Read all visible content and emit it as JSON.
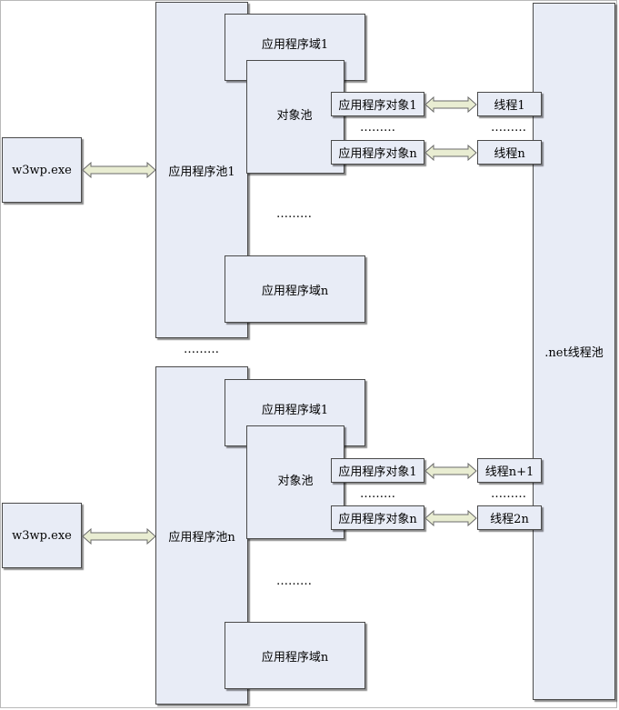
{
  "colors": {
    "box_fill": "#e8ecf6",
    "box_border": "#4a4a4a",
    "arrow_fill": "#e9edd2",
    "arrow_stroke": "#6a6a6a"
  },
  "left_nodes": [
    {
      "label": "w3wp.exe"
    },
    {
      "label": "w3wp.exe"
    }
  ],
  "app_pools": [
    {
      "label": "应用程序池1"
    },
    {
      "label": "应用程序池n"
    }
  ],
  "groups": [
    {
      "domain_first": "应用程序域1",
      "object_pool": "对象池",
      "object_first": "应用程序对象1",
      "object_last": "应用程序对象n",
      "thread_first": "线程1",
      "thread_last": "线程n",
      "object_ellipsis": "………",
      "thread_ellipsis": "………",
      "domain_ellipsis": "………",
      "domain_last": "应用程序域n"
    },
    {
      "domain_first": "应用程序域1",
      "object_pool": "对象池",
      "object_first": "应用程序对象1",
      "object_last": "应用程序对象n",
      "thread_first": "线程n+1",
      "thread_last": "线程2n",
      "object_ellipsis": "………",
      "thread_ellipsis": "………",
      "domain_ellipsis": "………",
      "domain_last": "应用程序域n"
    }
  ],
  "pool_ellipsis": "………",
  "thread_pool": {
    "label": ".net线程池"
  }
}
